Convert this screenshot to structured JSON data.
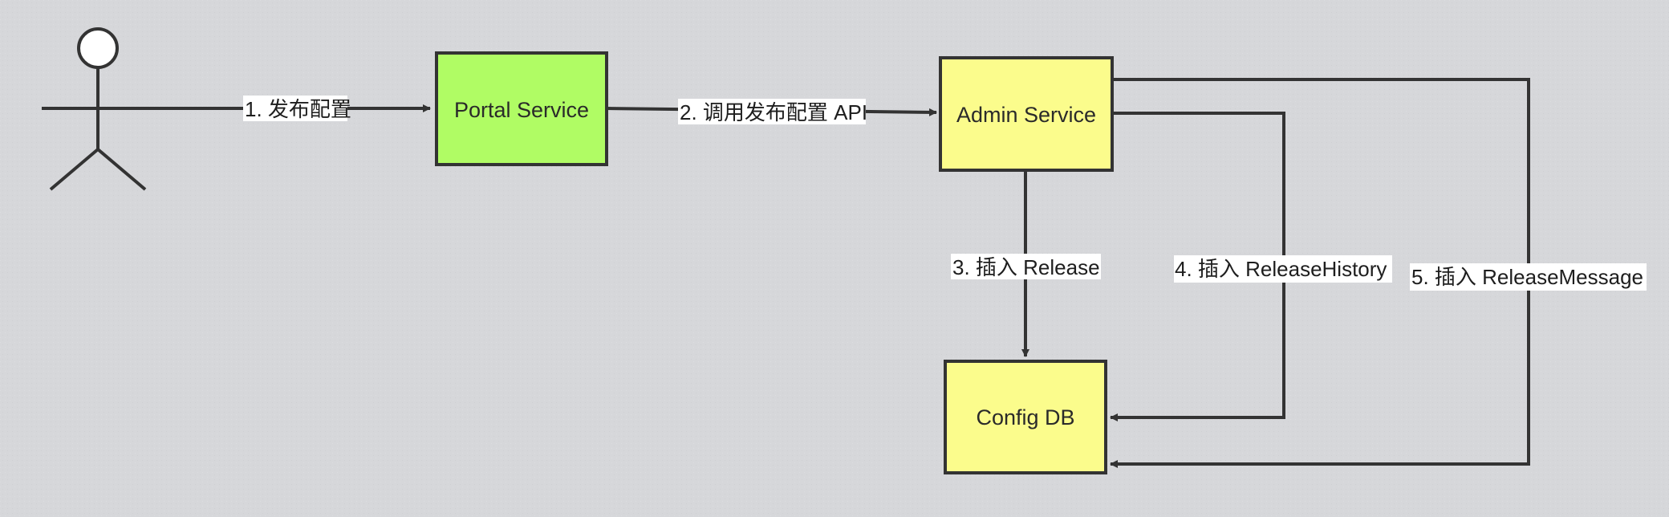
{
  "nodes": {
    "portal": {
      "label": "Portal Service",
      "fill": "#b0fc64"
    },
    "admin": {
      "label": "Admin Service",
      "fill": "#fbfc8c"
    },
    "configdb": {
      "label": "Config DB",
      "fill": "#fbfc8c"
    }
  },
  "edges": {
    "step1": {
      "label": "1. 发布配置"
    },
    "step2": {
      "label": "2. 调用发布配置 API"
    },
    "step3": {
      "label": "3. 插入 Release"
    },
    "step4": {
      "label": "4. 插入 ReleaseHistory"
    },
    "step5": {
      "label": "5. 插入 ReleaseMessage"
    }
  },
  "colors": {
    "background": "#d6d7da",
    "stroke": "#333333",
    "label_background": "#ffffff"
  }
}
